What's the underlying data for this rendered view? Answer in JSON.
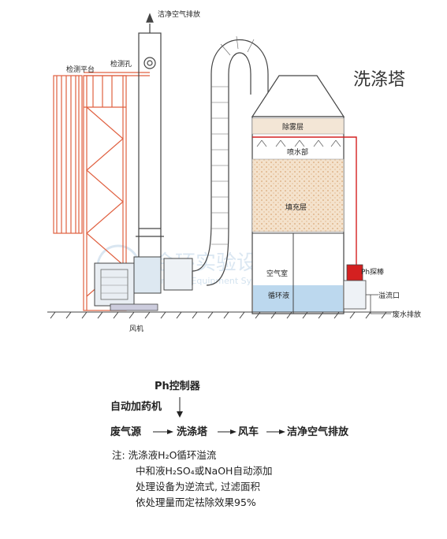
{
  "diagram": {
    "title": "洗涤塔",
    "labels": {
      "clean_air_top": "洁净空气排放",
      "test_hole": "检测孔",
      "test_platform": "检测平台",
      "demister": "除雾层",
      "spray": "喷水部",
      "packing": "填充层",
      "air_chamber": "空气室",
      "circulating_liquid": "循环液",
      "ph_probe": "Ph探棒",
      "overflow": "溢流口",
      "waste_water": "废水排放",
      "fan": "风机"
    },
    "watermark": {
      "cn": "金环实验设备",
      "en": "Jinhuan Equipment Systems"
    }
  },
  "flow": {
    "ph_controller": "Ph控制器",
    "auto_dosing": "自动加药机",
    "steps": [
      "废气源",
      "洗涤塔",
      "风车",
      "洁净空气排放"
    ]
  },
  "notes": [
    "注: 洗涤液H₂O循环溢流",
    "中和液H₂SO₄或NaOH自动添加",
    "处理设备为逆流式, 过滤面积",
    "依处理量而定祛除效果95%"
  ],
  "colors": {
    "frame": "#e06040",
    "line": "#444444",
    "accent_red": "#d42020",
    "packing": "#f2dcc4",
    "water": "#bcd8ee"
  }
}
